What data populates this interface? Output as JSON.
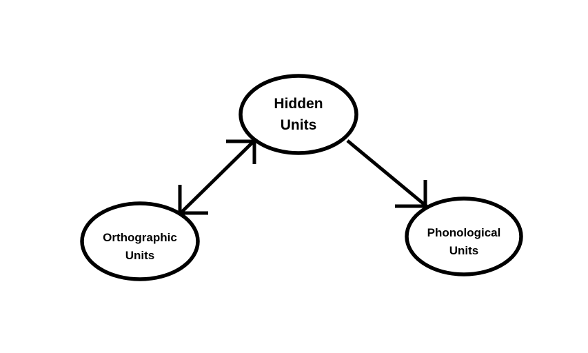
{
  "diagram": {
    "title": "Connectionist reading model diagram",
    "background_color": "#ffffff",
    "ink_color": "#000000",
    "nodes": {
      "hidden": {
        "label": "Hidden Units",
        "line1": "Hidden",
        "line2": "Units"
      },
      "orthographic": {
        "label": "Orthographic Units",
        "line1": "Orthographic",
        "line2": "Units"
      },
      "phonological": {
        "label": "Phonological Units",
        "line1": "Phonological",
        "line2": "Units"
      }
    },
    "edges": [
      {
        "from": "Orthographic Units",
        "to": "Hidden Units",
        "direction": "bidirectional"
      },
      {
        "from": "Hidden Units",
        "to": "Phonological Units",
        "direction": "one-way"
      }
    ]
  }
}
